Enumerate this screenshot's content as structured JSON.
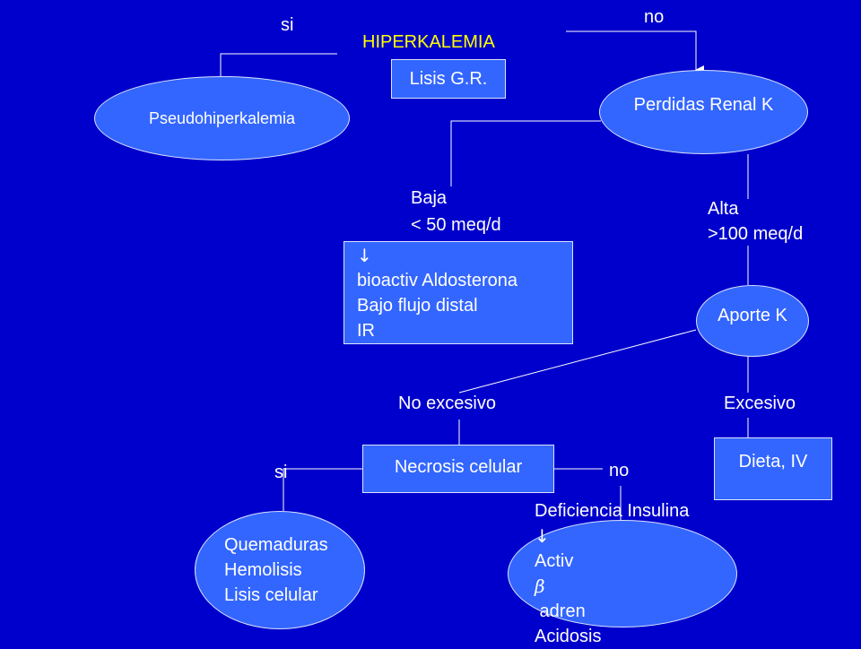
{
  "title": "HIPERKALEMIA",
  "labels": {
    "si_top": "si",
    "no_top": "no",
    "baja": "Baja",
    "baja_value": "< 50 meq/d",
    "alta": "Alta",
    "alta_value": ">100 meq/d",
    "no_excesivo": "No excesivo",
    "excesivo": "Excesivo",
    "si_bottom": "si",
    "no_bottom": "no"
  },
  "nodes": {
    "lisis_gr": "Lisis G.R.",
    "pseudo": "Pseudohiperkalemia",
    "perdidas": "Perdidas Renal K",
    "aldosterona": {
      "arrow": "↓",
      "line1": "bioactiv Aldosterona",
      "line2": "Bajo flujo distal",
      "line3": "IR"
    },
    "aporte": "Aporte K",
    "necrosis": "Necrosis celular",
    "dieta": "Dieta, IV",
    "quemaduras": {
      "line1": "Quemaduras",
      "line2": "Hemolisis",
      "line3": "Lisis celular"
    },
    "deficiencia": {
      "line1": "Deficiencia Insulina",
      "arrow": "↓",
      "line2a": "Activ ",
      "beta": "β",
      "line2b": " adren",
      "line3": "Acidosis"
    }
  },
  "colors": {
    "background": "#0000cc",
    "node_fill": "#3366ff",
    "title": "#ffff00",
    "text": "#ffffff"
  }
}
